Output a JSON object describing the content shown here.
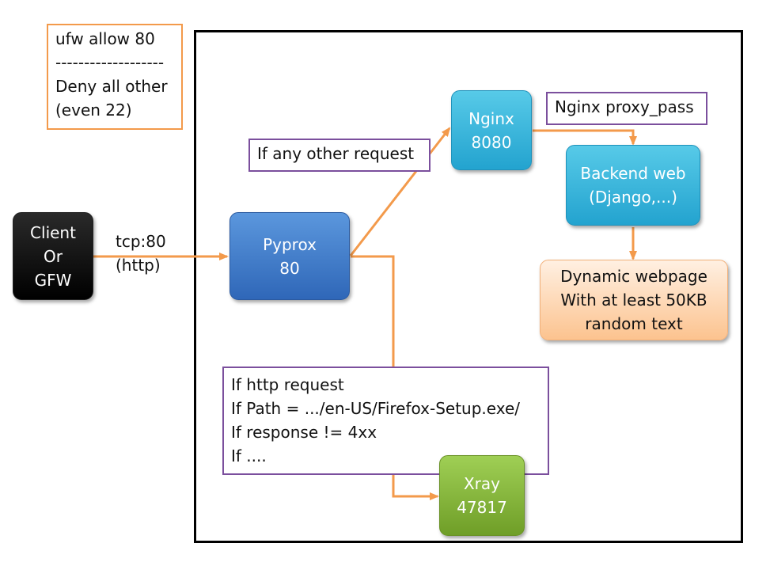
{
  "firewall_note": {
    "lines": [
      "ufw allow 80",
      "-------------------",
      "Deny all other",
      "(even 22)"
    ]
  },
  "nodes": {
    "client": {
      "lines": [
        "Client",
        "Or",
        "GFW"
      ]
    },
    "pyprox": {
      "lines": [
        "Pyprox",
        "80"
      ]
    },
    "nginx": {
      "lines": [
        "Nginx",
        "8080"
      ]
    },
    "backend": {
      "lines": [
        "Backend web",
        "(Django,...)"
      ]
    },
    "dynamic_page": {
      "lines": [
        "Dynamic webpage",
        "With at least 50KB",
        "random text"
      ]
    },
    "xray": {
      "lines": [
        "Xray",
        "47817"
      ]
    }
  },
  "edge_labels": {
    "tcp": [
      "tcp:80",
      "(http)"
    ]
  },
  "notes": {
    "other_request": "If any other request",
    "proxy_pass": "Nginx proxy_pass",
    "http_conditions": [
      "If http request",
      "If Path  = .../en-US/Firefox-Setup.exe/",
      "If response != 4xx",
      "If ...."
    ]
  },
  "colors": {
    "arrow": "#f39a4b",
    "note_border_orange": "#f39a4b",
    "note_border_purple": "#7b4f9d"
  }
}
